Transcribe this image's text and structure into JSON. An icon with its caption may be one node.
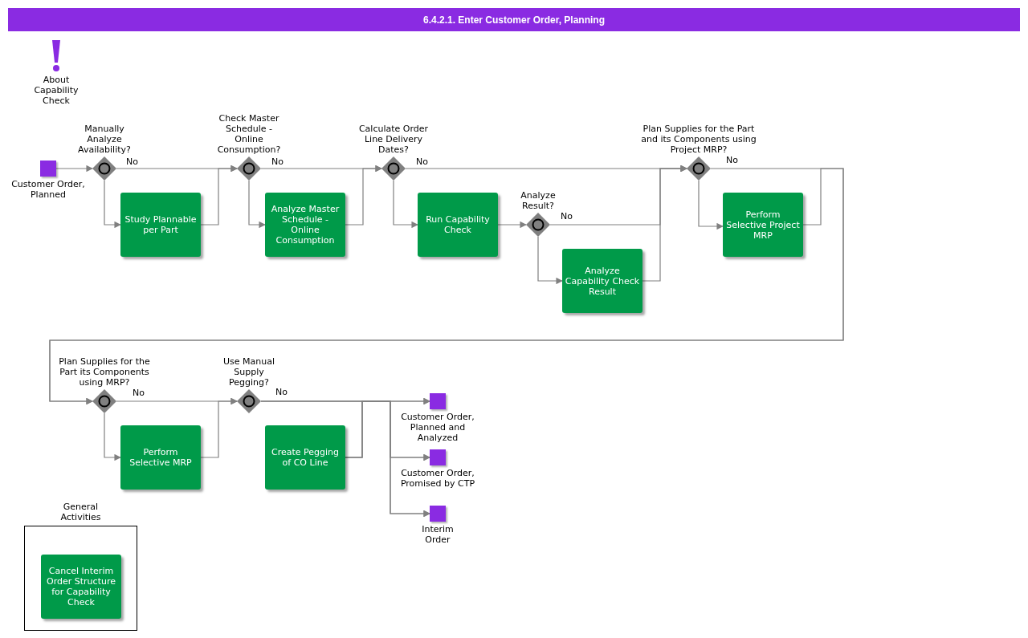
{
  "diagram": {
    "title": "6.4.2.1. Enter Customer Order, Planning",
    "nodes": [
      {
        "text": [
          "Customer Order, Planned"
        ]
      },
      {
        "text": [
          "Manually Analyze Availability?"
        ]
      },
      {
        "text": [
          "Study Plannable per Part"
        ]
      },
      {
        "text": [
          "Check Master Schedule - Online Consumption?"
        ]
      },
      {
        "text": [
          "Analyze Master Schedule - Online Consumption"
        ]
      },
      {
        "text": [
          "Calculate Order Line Delivery Dates?"
        ]
      },
      {
        "text": [
          "Run Capability Check"
        ]
      },
      {
        "text": [
          "Analyze Result?"
        ]
      },
      {
        "text": [
          "Analyze Capability Check Result"
        ]
      },
      {
        "text": [
          "Plan Supplies for the Part and its Components using Project MRP?"
        ]
      },
      {
        "text": [
          "Perform Selective Project MRP"
        ]
      },
      {
        "text": [
          "Plan Supplies for the Part its Components using MRP?"
        ]
      },
      {
        "text": [
          "Perform Selective MRP"
        ]
      },
      {
        "text": [
          "Use Manual Supply Pegging?"
        ]
      },
      {
        "text": [
          "Create Pegging of CO Line"
        ]
      },
      {
        "text": [
          "Customer Order, Planned and Analyzed"
        ]
      },
      {
        "text": [
          "Customer Order, Promised by CTP"
        ]
      },
      {
        "text": [
          "Interim Order"
        ]
      },
      {
        "text": [
          "General Activities"
        ]
      },
      {
        "text": [
          "Cancel Interim Order Structure for Capability Check"
        ],
        "in": 18
      }
    ],
    "edges": [
      {
        "from": 0,
        "to": 1,
        "arrow": "to"
      },
      {
        "from": 1,
        "to": 3,
        "arrow": "to",
        "label": "No"
      },
      {
        "from": 1,
        "to": 2,
        "arrow": "to"
      },
      {
        "from": 2,
        "to": 3,
        "arrow": "to"
      },
      {
        "from": 3,
        "to": 5,
        "arrow": "to",
        "label": "No"
      },
      {
        "from": 3,
        "to": 4,
        "arrow": "to"
      },
      {
        "from": 4,
        "to": 5,
        "arrow": "to"
      },
      {
        "from": 5,
        "to": 9,
        "arrow": "to",
        "label": "No"
      },
      {
        "from": 5,
        "to": 6,
        "arrow": "to"
      },
      {
        "from": 6,
        "to": 7,
        "arrow": "to"
      },
      {
        "from": 7,
        "to": 9,
        "arrow": "to",
        "label": "No"
      },
      {
        "from": 7,
        "to": 8,
        "arrow": "to"
      },
      {
        "from": 8,
        "to": 9,
        "arrow": "to"
      },
      {
        "from": 9,
        "to": 11,
        "arrow": "to",
        "label": "No"
      },
      {
        "from": 9,
        "to": 10,
        "arrow": "to"
      },
      {
        "from": 10,
        "to": 11,
        "arrow": "to"
      },
      {
        "from": 11,
        "to": 13,
        "arrow": "to",
        "label": "No"
      },
      {
        "from": 11,
        "to": 12,
        "arrow": "to"
      },
      {
        "from": 12,
        "to": 13,
        "arrow": "to"
      },
      {
        "from": 13,
        "to": 15,
        "arrow": "to",
        "label": "No"
      },
      {
        "from": 13,
        "to": 16,
        "arrow": "to"
      },
      {
        "from": 13,
        "to": 17,
        "arrow": "to"
      },
      {
        "from": 14,
        "to": 15,
        "arrow": "to"
      },
      {
        "from": 14,
        "to": 16,
        "arrow": "to"
      },
      {
        "from": 14,
        "to": 17,
        "arrow": "to"
      }
    ],
    "labels": [
      "About Capability Check"
    ]
  }
}
